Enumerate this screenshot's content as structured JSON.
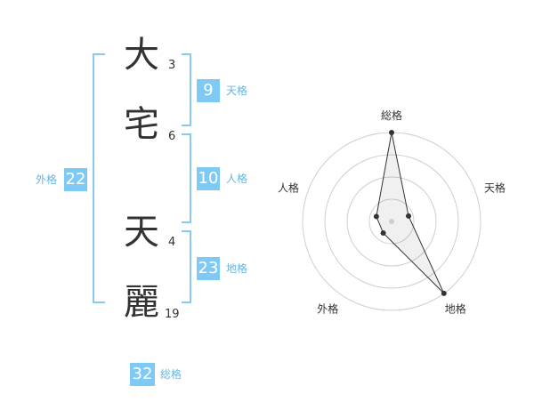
{
  "name": {
    "chars": [
      "大",
      "宅",
      "天",
      "麗"
    ],
    "strokes": [
      "3",
      "6",
      "4",
      "19"
    ]
  },
  "fortunes": {
    "tenkaku": {
      "value": "9",
      "label": "天格"
    },
    "jinkaku": {
      "value": "10",
      "label": "人格"
    },
    "chikaku": {
      "value": "23",
      "label": "地格"
    },
    "gaikaku": {
      "value": "22",
      "label": "外格"
    },
    "soukaku": {
      "value": "32",
      "label": "総格"
    }
  },
  "colors": {
    "accent": "#7fcaf5",
    "bracket": "#89c9ee",
    "label": "#63b7e6"
  },
  "chart_data": {
    "type": "radar",
    "axes": [
      "総格",
      "天格",
      "地格",
      "外格",
      "人格"
    ],
    "values": [
      1.0,
      0.2,
      1.0,
      0.16,
      0.18
    ],
    "rings": 4
  }
}
